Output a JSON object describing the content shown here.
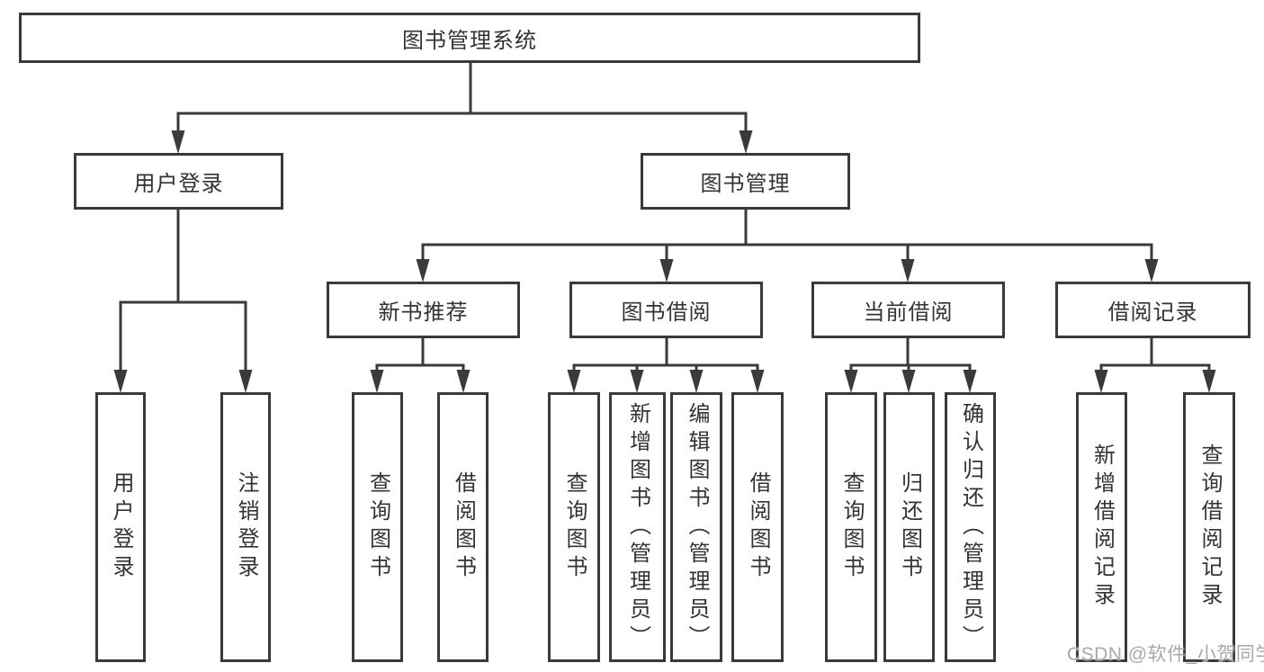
{
  "diagram": {
    "root": {
      "label": "图书管理系统"
    },
    "level2": [
      {
        "label": "用户登录",
        "children": [
          {
            "label": "用户登录"
          },
          {
            "label": "注销登录"
          }
        ]
      },
      {
        "label": "图书管理",
        "sections": [
          {
            "label": "新书推荐",
            "children": [
              {
                "label": "查询图书"
              },
              {
                "label": "借阅图书"
              }
            ]
          },
          {
            "label": "图书借阅",
            "children": [
              {
                "label": "查询图书"
              },
              {
                "label": "新增图书（管理员）"
              },
              {
                "label": "编辑图书（管理员）"
              },
              {
                "label": "借阅图书"
              }
            ]
          },
          {
            "label": "当前借阅",
            "children": [
              {
                "label": "查询图书"
              },
              {
                "label": "归还图书"
              },
              {
                "label": "确认归还（管理员）"
              }
            ]
          },
          {
            "label": "借阅记录",
            "children": [
              {
                "label": "新增借阅记录"
              },
              {
                "label": "查询借阅记录"
              }
            ]
          }
        ]
      }
    ],
    "style": {
      "line_color": "#3a3a3a",
      "box_border_color": "#3a3a3a",
      "text_color": "#333333",
      "box_background": "#ffffff",
      "watermark_color": "#a8a8a8"
    }
  },
  "watermark": {
    "text": "CSDN @软件_小贺同学"
  }
}
